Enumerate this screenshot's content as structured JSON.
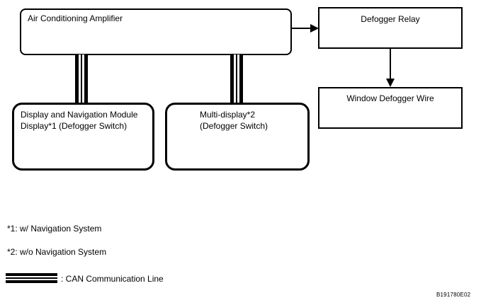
{
  "figure": {
    "boxes": {
      "ac_amplifier": {
        "label": "Air Conditioning Amplifier"
      },
      "defogger_relay": {
        "label": "Defogger Relay"
      },
      "window_defogger_wire": {
        "label": "Window Defogger Wire"
      },
      "display_nav_module": {
        "line1": "Display and Navigation Module",
        "line2": "Display*1 (Defogger Switch)"
      },
      "multi_display": {
        "line1": "Multi-display*2",
        "line2": "(Defogger Switch)"
      }
    },
    "notes": [
      "*1: w/ Navigation System",
      "*2: w/o Navigation System"
    ],
    "legend": {
      "can_line_label": ": CAN Communication Line"
    },
    "figure_id": "B191780E02",
    "colors": {
      "line": "#000000",
      "background": "#ffffff"
    }
  }
}
